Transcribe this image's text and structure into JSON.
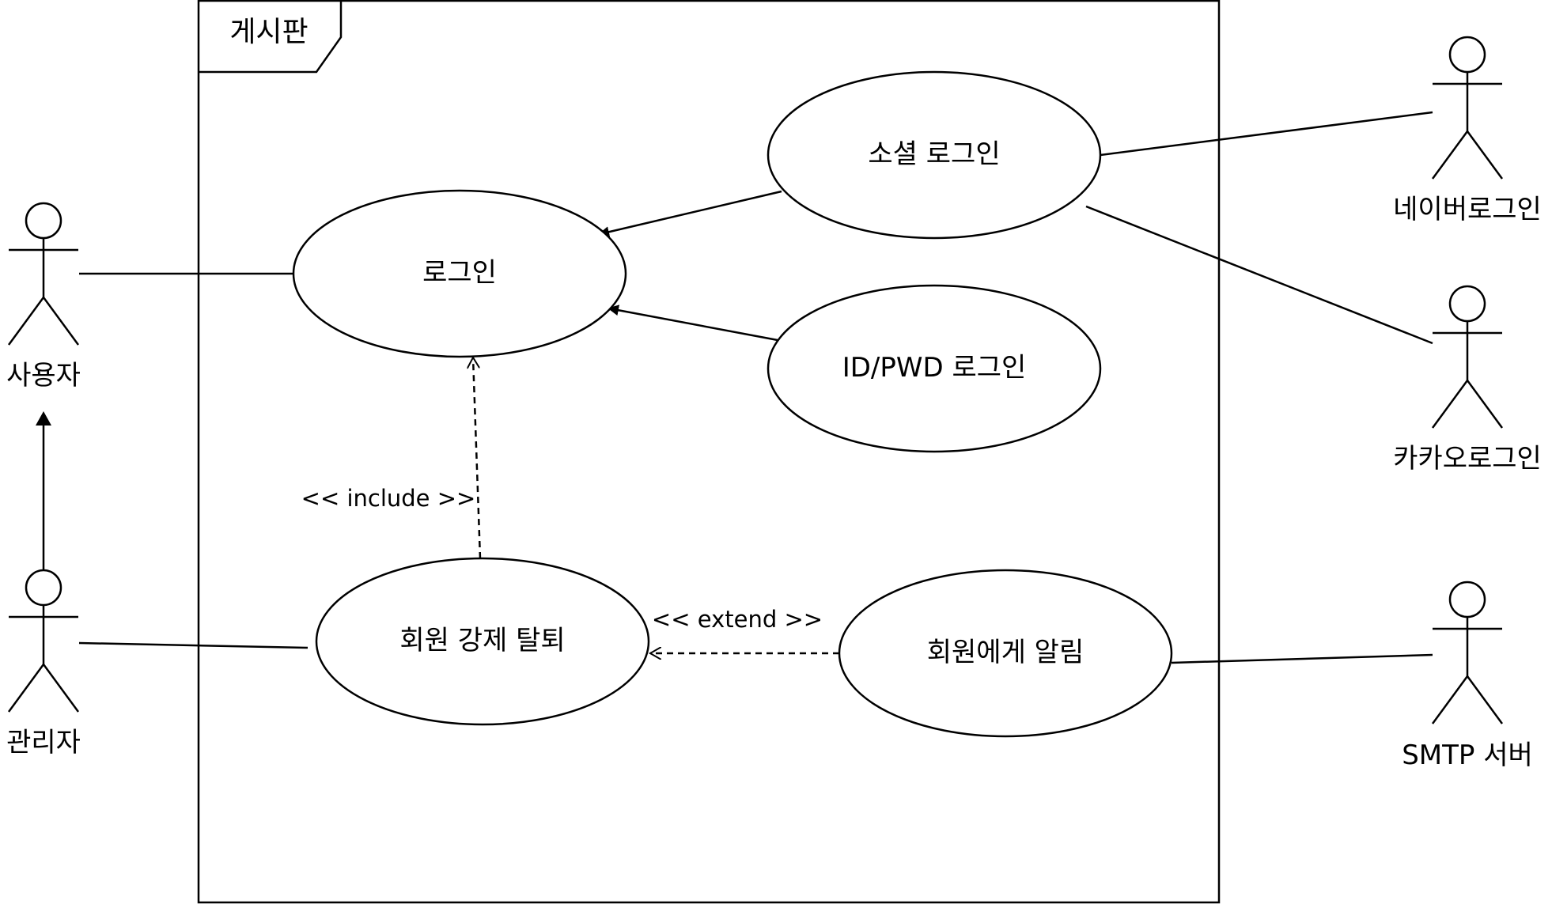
{
  "frame": {
    "title": "게시판"
  },
  "actors": {
    "user": "사용자",
    "admin": "관리자",
    "naver": "네이버로그인",
    "kakao": "카카오로그인",
    "smtp": "SMTP 서버"
  },
  "use_cases": {
    "login": "로그인",
    "social_login": "소셜 로그인",
    "idpwd_login": "ID/PWD 로그인",
    "force_withdraw": "회원 강제 탈퇴",
    "notify_member": "회원에게 알림"
  },
  "stereotypes": {
    "include": "<< include >>",
    "extend": "<< extend >>"
  }
}
